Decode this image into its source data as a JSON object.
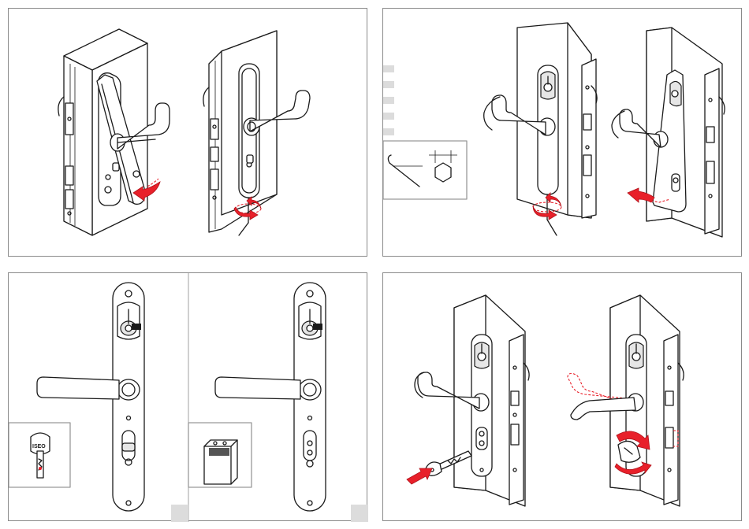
{
  "image": {
    "width": 950,
    "height": 672
  },
  "panels": [
    {
      "name": "step-1-remove-handle-cover"
    },
    {
      "name": "step-2-hex-key-insert"
    },
    {
      "name": "step-3-battery-key"
    },
    {
      "name": "step-4-key-turn"
    }
  ],
  "brand_label": "ISEO",
  "badge_label": "iseo",
  "colors": {
    "accent": "#e8202a",
    "line": "#1a1a1a",
    "shade": "#e6e6e6"
  },
  "icons": [
    "hex-key-icon",
    "hexagon-dimension-icon",
    "battery-icon",
    "key-icon",
    "rotate-arrow-icon",
    "push-arrow-icon"
  ]
}
